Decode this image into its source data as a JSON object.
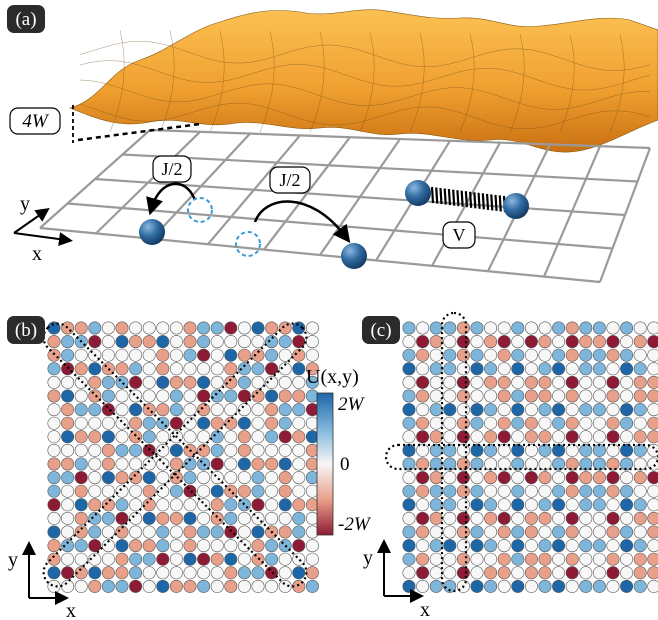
{
  "panels": {
    "a": {
      "tag": "(a)",
      "amp_label": "4W",
      "hop1": "J/2",
      "hop2": "J/2",
      "interaction": "V",
      "axis_x": "x",
      "axis_y": "y"
    },
    "b": {
      "tag": "(b)",
      "axis_x": "x",
      "axis_y": "y"
    },
    "c": {
      "tag": "(c)",
      "axis_x": "x",
      "axis_y": "y"
    }
  },
  "colorbar": {
    "title": "U(x,y)",
    "max_label": "2W",
    "mid_label": "0",
    "min_label": "-2W",
    "colors": [
      "#1d66a8",
      "#7eb5da",
      "#f7f7f7",
      "#e8a08a",
      "#8e1b35"
    ]
  },
  "lattice": {
    "size": 20
  },
  "colors": {
    "surface": "#f2a22a",
    "particle": "#2f6aa0",
    "grid": "#9a9a9a",
    "panel_tag_bg": "#2b2b2b"
  }
}
